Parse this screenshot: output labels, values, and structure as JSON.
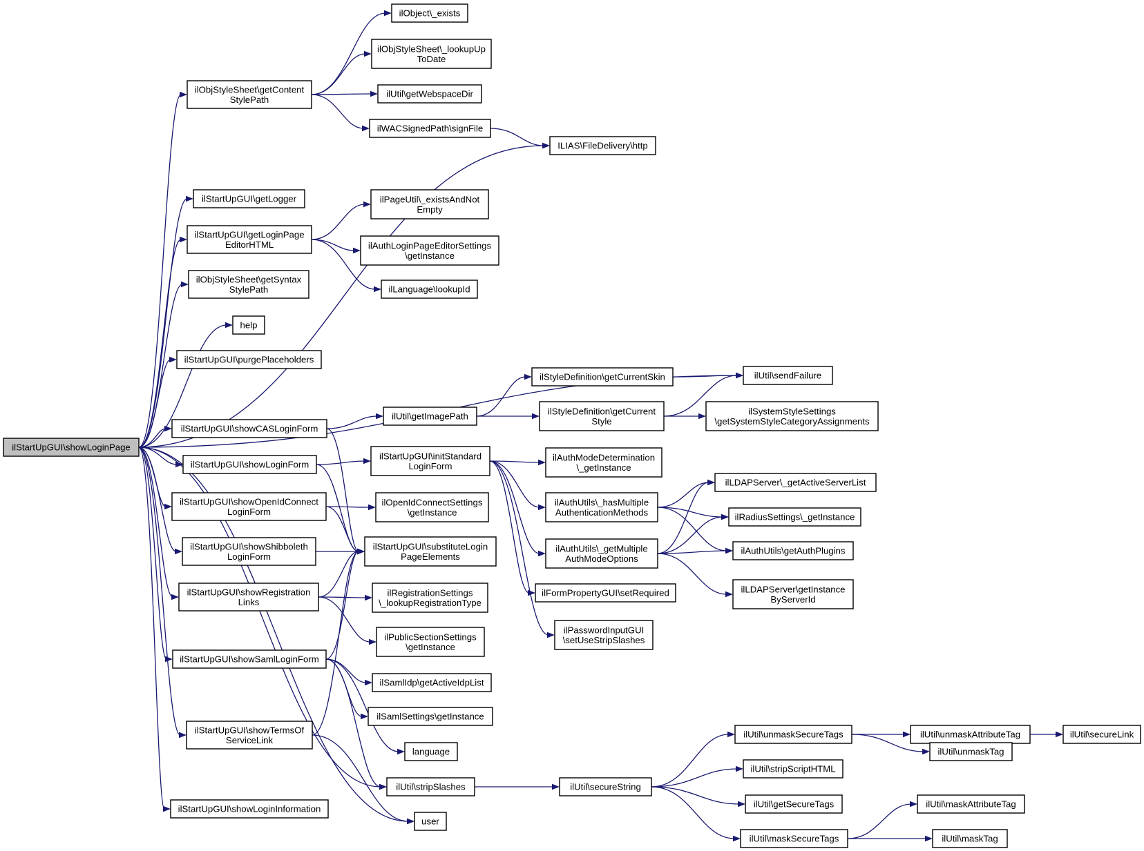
{
  "diagram": {
    "title": "",
    "nodes": [
      {
        "id": "root",
        "lines": [
          "ilStartUpGUI\\showLoginPage"
        ],
        "kind": "root"
      },
      {
        "id": "objexists",
        "lines": [
          "ilObject\\_exists"
        ]
      },
      {
        "id": "lookupup",
        "lines": [
          "ilObjStyleSheet\\_lookupUp",
          "ToDate"
        ]
      },
      {
        "id": "contentstyle",
        "lines": [
          "ilObjStyleSheet\\getContent",
          "StylePath"
        ]
      },
      {
        "id": "webspace",
        "lines": [
          "ilUtil\\getWebspaceDir"
        ]
      },
      {
        "id": "signfile",
        "lines": [
          "ilWACSignedPath\\signFile"
        ]
      },
      {
        "id": "http",
        "lines": [
          "ILIAS\\FileDelivery\\http"
        ]
      },
      {
        "id": "getlogger",
        "lines": [
          "ilStartUpGUI\\getLogger"
        ]
      },
      {
        "id": "existsnotempty",
        "lines": [
          "ilPageUtil\\_existsAndNot",
          "Empty"
        ]
      },
      {
        "id": "loginpageeditor",
        "lines": [
          "ilStartUpGUI\\getLoginPage",
          "EditorHTML"
        ]
      },
      {
        "id": "authloginsettings",
        "lines": [
          "ilAuthLoginPageEditorSettings",
          "\\getInstance"
        ]
      },
      {
        "id": "syntaxstyle",
        "lines": [
          "ilObjStyleSheet\\getSyntax",
          "StylePath"
        ]
      },
      {
        "id": "lookupid",
        "lines": [
          "ilLanguage\\lookupId"
        ]
      },
      {
        "id": "help",
        "lines": [
          "help"
        ]
      },
      {
        "id": "purge",
        "lines": [
          "ilStartUpGUI\\purgePlaceholders"
        ]
      },
      {
        "id": "currentskin",
        "lines": [
          "ilStyleDefinition\\getCurrentSkin"
        ]
      },
      {
        "id": "sendfailure",
        "lines": [
          "ilUtil\\sendFailure"
        ]
      },
      {
        "id": "imagepath",
        "lines": [
          "ilUtil\\getImagePath"
        ]
      },
      {
        "id": "currentstyle",
        "lines": [
          "ilStyleDefinition\\getCurrent",
          "Style"
        ]
      },
      {
        "id": "syssettings",
        "lines": [
          "ilSystemStyleSettings",
          "\\getSystemStyleCategoryAssignments"
        ]
      },
      {
        "id": "cas",
        "lines": [
          "ilStartUpGUI\\showCASLoginForm"
        ]
      },
      {
        "id": "loginform",
        "lines": [
          "ilStartUpGUI\\showLoginForm"
        ]
      },
      {
        "id": "initstd",
        "lines": [
          "ilStartUpGUI\\initStandard",
          "LoginForm"
        ]
      },
      {
        "id": "authmodedet",
        "lines": [
          "ilAuthModeDetermination",
          "\\_getInstance"
        ]
      },
      {
        "id": "ldapactive",
        "lines": [
          "ilLDAPServer\\_getActiveServerList"
        ]
      },
      {
        "id": "openid",
        "lines": [
          "ilStartUpGUI\\showOpenIdConnect",
          "LoginForm"
        ]
      },
      {
        "id": "openidsettings",
        "lines": [
          "ilOpenIdConnectSettings",
          "\\getInstance"
        ]
      },
      {
        "id": "hasmultiple",
        "lines": [
          "ilAuthUtils\\_hasMultiple",
          "AuthenticationMethods"
        ]
      },
      {
        "id": "radius",
        "lines": [
          "ilRadiusSettings\\_getInstance"
        ]
      },
      {
        "id": "shib",
        "lines": [
          "ilStartUpGUI\\showShibboleth",
          "LoginForm"
        ]
      },
      {
        "id": "substitute",
        "lines": [
          "ilStartUpGUI\\substituteLogin",
          "PageElements"
        ]
      },
      {
        "id": "getmultiple",
        "lines": [
          "ilAuthUtils\\_getMultiple",
          "AuthModeOptions"
        ]
      },
      {
        "id": "authplugins",
        "lines": [
          "ilAuthUtils\\getAuthPlugins"
        ]
      },
      {
        "id": "reglinks",
        "lines": [
          "ilStartUpGUI\\showRegistration",
          "Links"
        ]
      },
      {
        "id": "regsettings",
        "lines": [
          "ilRegistrationSettings",
          "\\_lookupRegistrationType"
        ]
      },
      {
        "id": "setrequired",
        "lines": [
          "ilFormPropertyGUI\\setRequired"
        ]
      },
      {
        "id": "ldapbyid",
        "lines": [
          "ilLDAPServer\\getInstance",
          "ByServerId"
        ]
      },
      {
        "id": "publicsection",
        "lines": [
          "ilPublicSectionSettings",
          "\\getInstance"
        ]
      },
      {
        "id": "pwdinput",
        "lines": [
          "ilPasswordInputGUI",
          "\\setUseStripSlashes"
        ]
      },
      {
        "id": "saml",
        "lines": [
          "ilStartUpGUI\\showSamlLoginForm"
        ]
      },
      {
        "id": "samlidp",
        "lines": [
          "ilSamlIdp\\getActiveIdpList"
        ]
      },
      {
        "id": "samlsettings",
        "lines": [
          "ilSamlSettings\\getInstance"
        ]
      },
      {
        "id": "unmaskattr",
        "lines": [
          "ilUtil\\unmaskAttributeTag"
        ]
      },
      {
        "id": "securelink",
        "lines": [
          "ilUtil\\secureLink"
        ]
      },
      {
        "id": "unmasksecure",
        "lines": [
          "ilUtil\\unmaskSecureTags"
        ]
      },
      {
        "id": "terms",
        "lines": [
          "ilStartUpGUI\\showTermsOf",
          "ServiceLink"
        ]
      },
      {
        "id": "language",
        "lines": [
          "language"
        ]
      },
      {
        "id": "unmasktag",
        "lines": [
          "ilUtil\\unmaskTag"
        ]
      },
      {
        "id": "stripscript",
        "lines": [
          "ilUtil\\stripScriptHTML"
        ]
      },
      {
        "id": "stripslashes",
        "lines": [
          "ilUtil\\stripSlashes"
        ]
      },
      {
        "id": "securestring",
        "lines": [
          "ilUtil\\secureString"
        ]
      },
      {
        "id": "getsecuretags",
        "lines": [
          "ilUtil\\getSecureTags"
        ]
      },
      {
        "id": "maskattr",
        "lines": [
          "ilUtil\\maskAttributeTag"
        ]
      },
      {
        "id": "logininfo",
        "lines": [
          "ilStartUpGUI\\showLoginInformation"
        ]
      },
      {
        "id": "user",
        "lines": [
          "user"
        ]
      },
      {
        "id": "masksecure",
        "lines": [
          "ilUtil\\maskSecureTags"
        ]
      },
      {
        "id": "masktag",
        "lines": [
          "ilUtil\\maskTag"
        ]
      }
    ],
    "edges": [
      [
        "root",
        "contentstyle"
      ],
      [
        "root",
        "http"
      ],
      [
        "root",
        "getlogger"
      ],
      [
        "root",
        "loginpageeditor"
      ],
      [
        "root",
        "syntaxstyle"
      ],
      [
        "root",
        "help"
      ],
      [
        "root",
        "purge"
      ],
      [
        "root",
        "sendfailure"
      ],
      [
        "root",
        "cas"
      ],
      [
        "root",
        "loginform"
      ],
      [
        "root",
        "openid"
      ],
      [
        "root",
        "shib"
      ],
      [
        "root",
        "reglinks"
      ],
      [
        "root",
        "saml"
      ],
      [
        "root",
        "stripslashes"
      ],
      [
        "root",
        "terms"
      ],
      [
        "root",
        "logininfo"
      ],
      [
        "root",
        "user"
      ],
      [
        "contentstyle",
        "objexists"
      ],
      [
        "contentstyle",
        "lookupup"
      ],
      [
        "contentstyle",
        "webspace"
      ],
      [
        "contentstyle",
        "signfile"
      ],
      [
        "signfile",
        "http"
      ],
      [
        "loginpageeditor",
        "existsnotempty"
      ],
      [
        "loginpageeditor",
        "authloginsettings"
      ],
      [
        "loginpageeditor",
        "lookupid"
      ],
      [
        "cas",
        "imagepath"
      ],
      [
        "cas",
        "substitute"
      ],
      [
        "imagepath",
        "currentskin"
      ],
      [
        "imagepath",
        "currentstyle"
      ],
      [
        "currentskin",
        "sendfailure"
      ],
      [
        "currentstyle",
        "sendfailure"
      ],
      [
        "currentstyle",
        "syssettings"
      ],
      [
        "loginform",
        "initstd"
      ],
      [
        "loginform",
        "substitute"
      ],
      [
        "initstd",
        "authmodedet"
      ],
      [
        "initstd",
        "hasmultiple"
      ],
      [
        "initstd",
        "getmultiple"
      ],
      [
        "initstd",
        "setrequired"
      ],
      [
        "initstd",
        "pwdinput"
      ],
      [
        "hasmultiple",
        "ldapactive"
      ],
      [
        "hasmultiple",
        "radius"
      ],
      [
        "hasmultiple",
        "authplugins"
      ],
      [
        "getmultiple",
        "ldapactive"
      ],
      [
        "getmultiple",
        "radius"
      ],
      [
        "getmultiple",
        "authplugins"
      ],
      [
        "getmultiple",
        "ldapbyid"
      ],
      [
        "openid",
        "openidsettings"
      ],
      [
        "openid",
        "substitute"
      ],
      [
        "shib",
        "substitute"
      ],
      [
        "reglinks",
        "regsettings"
      ],
      [
        "reglinks",
        "publicsection"
      ],
      [
        "reglinks",
        "substitute"
      ],
      [
        "saml",
        "substitute"
      ],
      [
        "saml",
        "samlidp"
      ],
      [
        "saml",
        "samlsettings"
      ],
      [
        "saml",
        "language"
      ],
      [
        "saml",
        "stripslashes"
      ],
      [
        "terms",
        "substitute"
      ],
      [
        "terms",
        "user"
      ],
      [
        "stripslashes",
        "securestring"
      ],
      [
        "securestring",
        "unmasksecure"
      ],
      [
        "securestring",
        "stripscript"
      ],
      [
        "securestring",
        "getsecuretags"
      ],
      [
        "securestring",
        "masksecure"
      ],
      [
        "unmasksecure",
        "unmaskattr"
      ],
      [
        "unmasksecure",
        "unmasktag"
      ],
      [
        "unmaskattr",
        "securelink"
      ],
      [
        "masksecure",
        "maskattr"
      ],
      [
        "masksecure",
        "masktag"
      ]
    ]
  }
}
